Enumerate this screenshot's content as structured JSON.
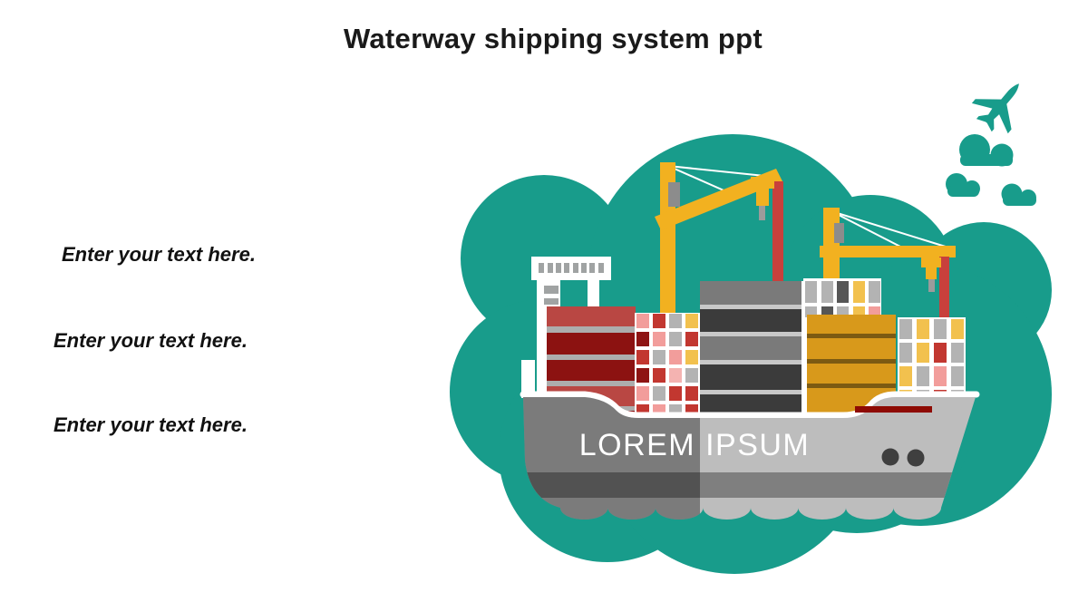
{
  "slide": {
    "title": "Waterway shipping system ppt",
    "placeholders": [
      "Enter your text here.",
      "Enter your text here.",
      "Enter your text here."
    ],
    "ship_label": "LOREM IPSUM"
  },
  "colors": {
    "teal": "#189C8B",
    "crane_yellow": "#F2B120",
    "crane_red_mast": "#C8403C",
    "container_red_light": "#B94743",
    "container_red_dark": "#8C1211",
    "container_stripe_gray": "#ADADAD",
    "container_gold": "#D8991B",
    "container_gold_stripe": "#7C5A12",
    "container_dark": "#3B3B3B",
    "container_dark_band": "#7A7A7A",
    "checker_red": "#C23730",
    "checker_pink": "#F29D9B",
    "checker_gray": "#B3B3B3",
    "checker_yellow": "#F2C14E",
    "checker_dark_red": "#8E1413",
    "checker_dark_gray": "#565656",
    "hull_light": "#BDBDBD",
    "hull_band": "#7F7F7F",
    "bow_stripe": "#8E0B04",
    "porthole": "#3F3F3F",
    "bridge_white": "#FFFFFF",
    "bridge_window": "#A0A3A3",
    "title_black": "#1A1A1A",
    "ship_text": "#FFFFFF"
  }
}
